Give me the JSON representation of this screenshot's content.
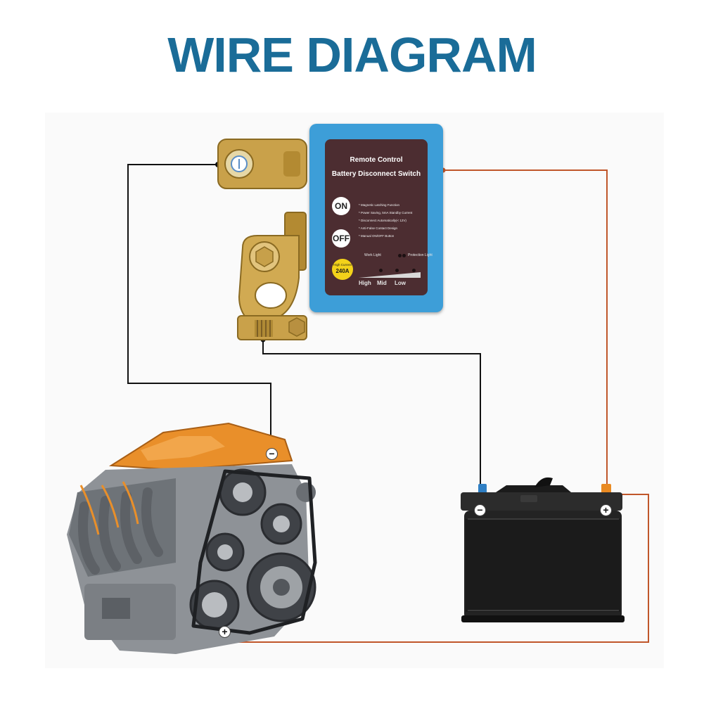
{
  "title": "WIRE DIAGRAM",
  "colors": {
    "title": "#1a6c98",
    "negative_wire": "#111111",
    "positive_wire": "#c0562a",
    "module_body": "#3d9ed8",
    "module_face": "#4c2d31",
    "brass": "#c9a14a"
  },
  "module": {
    "title_line1": "Remote Control",
    "title_line2": "Battery Disconnect Switch",
    "on_label": "ON",
    "off_label": "OFF",
    "features": [
      "* Magnetic Latching Function",
      "* Power Saving, 5mA Standby Current",
      "* Disconnect Automatically(< 12V)",
      "* Anti-False Contact Design",
      "* Manual ON/OFF Button"
    ],
    "high_current_label": "High Current",
    "current_rating": "240A",
    "work_light_label": "Work Light",
    "protection_light_label": "Protection Light",
    "levels": [
      "High",
      "Mid",
      "Low"
    ]
  },
  "engine": {
    "negative_terminal": "−",
    "positive_terminal": "+",
    "icon": "engine-icon"
  },
  "battery": {
    "negative_terminal": "−",
    "positive_terminal": "+",
    "icon": "car-battery-icon"
  },
  "terminal_clamp": {
    "icon": "battery-terminal-clamp-icon"
  }
}
